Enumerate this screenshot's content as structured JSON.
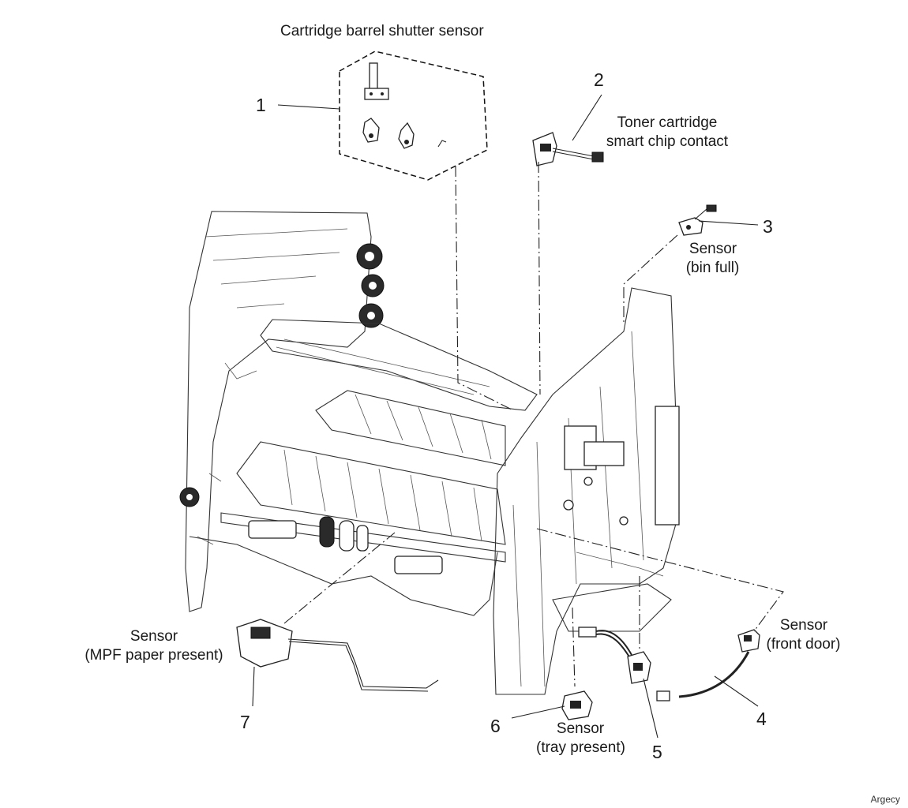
{
  "labels": {
    "cartridge_barrel": "Cartridge barrel shutter sensor",
    "toner_contact_1": "Toner cartridge",
    "toner_contact_2": "smart chip contact",
    "bin_full_1": "Sensor",
    "bin_full_2": "(bin full)",
    "front_door_1": "Sensor",
    "front_door_2": "(front door)",
    "mpf_1": "Sensor",
    "mpf_2": "(MPF paper present)",
    "tray_1": "Sensor",
    "tray_2": "(tray present)"
  },
  "callouts": {
    "c1": "1",
    "c2": "2",
    "c3": "3",
    "c4": "4",
    "c5": "5",
    "c6": "6",
    "c7": "7"
  },
  "watermark": "Argecy"
}
